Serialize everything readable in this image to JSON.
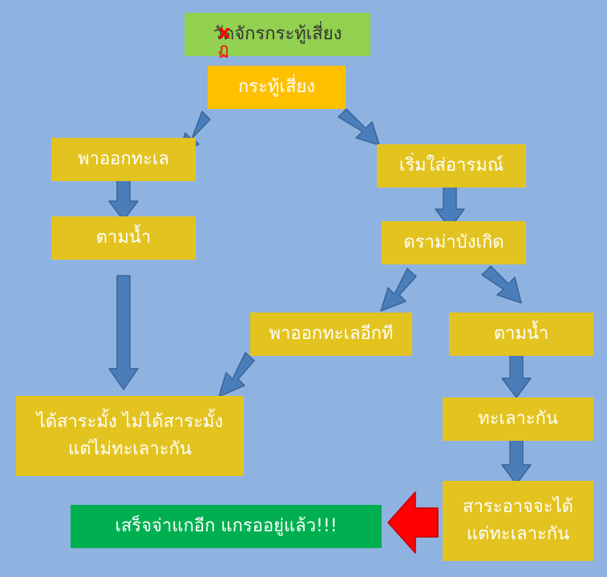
{
  "nodes": {
    "title": "วัดจักรกระทู้เสี่ยง",
    "start": "กระทู้เสี่ยง",
    "left1": "พาออกทะเล",
    "left2": "ตามน้ำ",
    "right1": "เริ่มใส่อารมณ์",
    "right2": "ดราม่าบังเกิด",
    "mid": "พาออกทะเลอีกที",
    "right3": "ตามน้ำ",
    "right4": "ทะเลาะกัน",
    "bottom_left_line1": "ได้สาระมั้ง ไม่ได้สาระมั้ง",
    "bottom_left_line2": "แต่ไม่ทะเลาะกัน",
    "right5_line1": "สาระอาจจะได้",
    "right5_line2": "แต่ทะเลาะกัน",
    "result": "เสร็จจ่าแกอีก แกรออยู่แล้ว!!!"
  },
  "annotation": {
    "strike": "x",
    "insert": "ฏ"
  },
  "colors": {
    "background": "#8fb3e1",
    "box_yellow": "#e3c31f",
    "box_orange": "#ffc000",
    "title_green": "#92d050",
    "result_green": "#00b050",
    "arrow_blue": "#4a7ebb",
    "arrow_red": "#ff0000"
  }
}
